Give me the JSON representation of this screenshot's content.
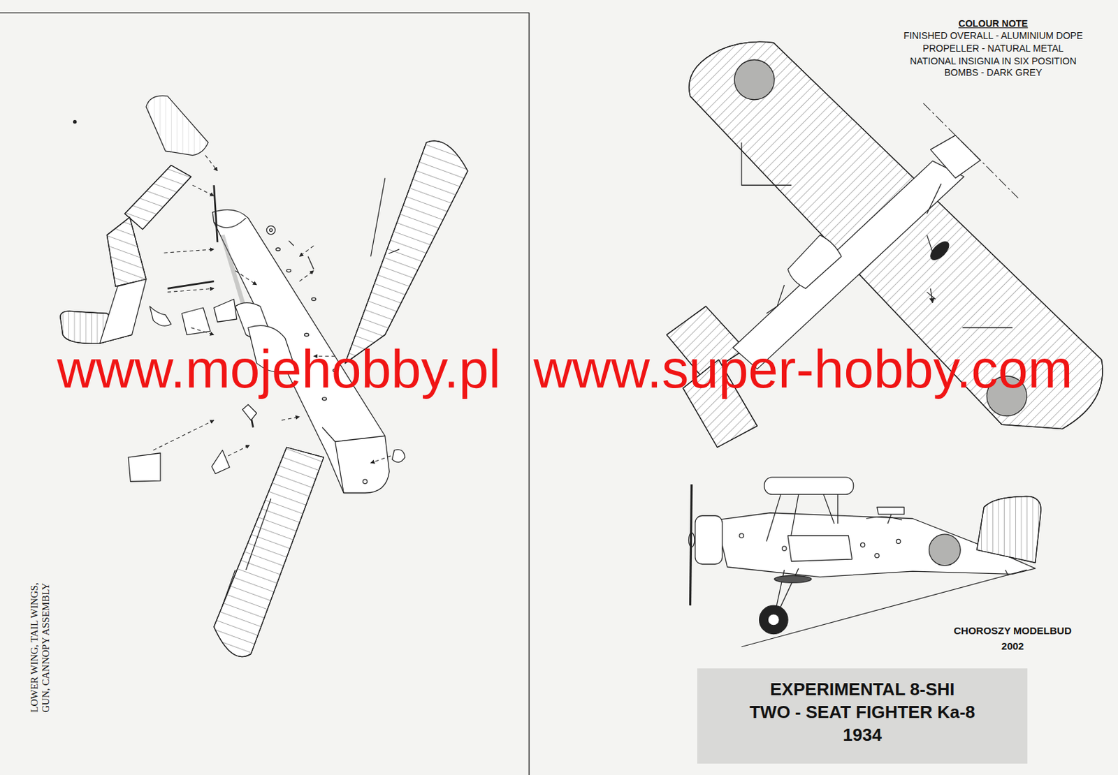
{
  "diagram": {
    "nodes": [
      {
        "text": [
          "EXPERIMENTAL 8-SHI",
          "TWO - SEAT FIGHTER Ka-8",
          "1934"
        ]
      }
    ],
    "edges": [],
    "labels": [
      "COLOUR NOTE",
      "FINISHED OVERALL - ALUMINIUM DOPE",
      "PROPELLER - NATURAL METAL",
      "NATIONAL INSIGNIA IN SIX POSITION",
      "BOMBS - DARK GREY",
      "CHOROSZY MODELBUD",
      "2002",
      "LOWER WING, TAIL WINGS, GUN, CANNOPY ASSEMBLY",
      "www.mojehobby.pl",
      "www.super-hobby.com"
    ]
  }
}
